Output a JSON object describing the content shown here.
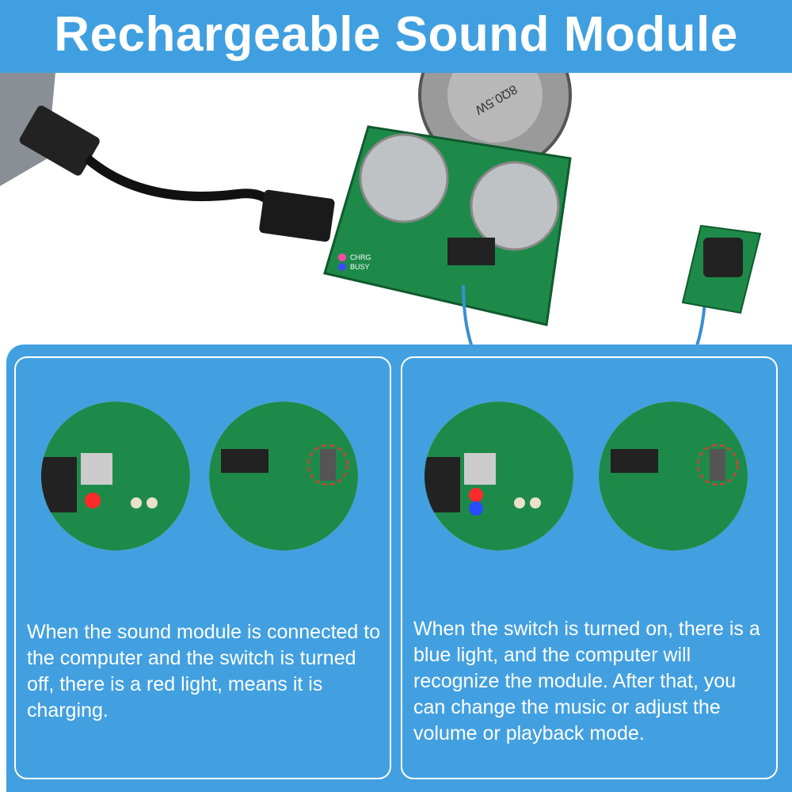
{
  "title": "Rechargeable Sound Module",
  "hero": {
    "speaker_label": "8Ω0.5W",
    "board_labels": [
      "CHRG",
      "BUSY"
    ]
  },
  "panels": [
    {
      "led_colors": [
        "#ff2a2a"
      ],
      "switch_state": "off",
      "text": "When the sound module is connected to the computer and the switch is turned off, there is a red light, means it is charging."
    },
    {
      "led_colors": [
        "#ff2a2a",
        "#2a4bff"
      ],
      "switch_state": "on",
      "text": "When the switch is turned on, there is a blue light, and the computer will recognize the module. After that, you can change the music or adjust the volume or playback mode."
    }
  ],
  "colors": {
    "accent": "#42a0e0",
    "pcb": "#1e8a4a"
  }
}
